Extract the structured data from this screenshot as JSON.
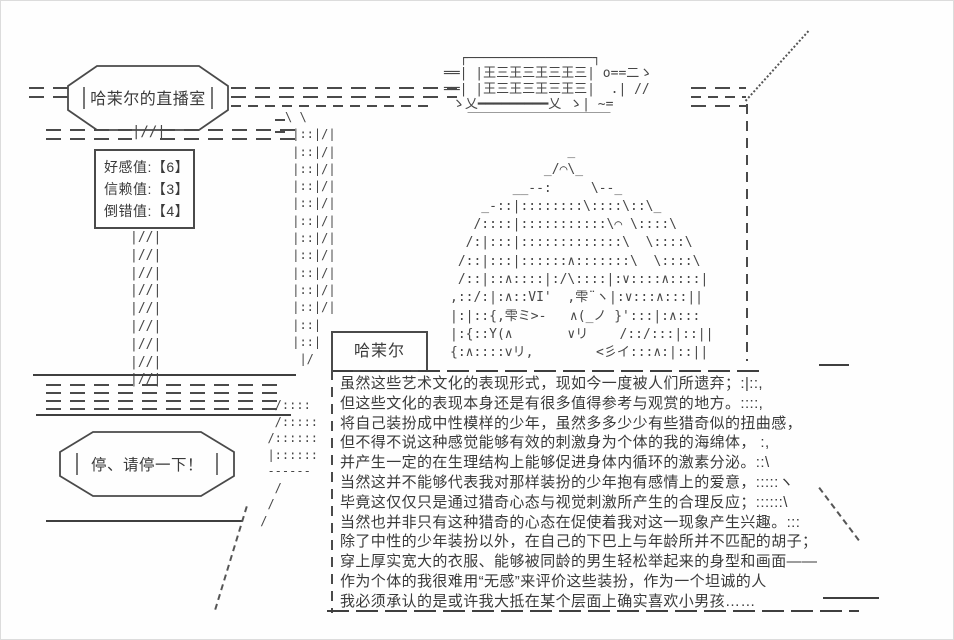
{
  "colors": {
    "ink": "#3f3f3f",
    "background": "#fefefe"
  },
  "sign_bubble": {
    "label": "哈茉尔的直播室"
  },
  "stats_box": {
    "lines": [
      "好感值:【6】",
      "信赖值:【3】",
      "倒错值:【4】"
    ]
  },
  "stop_bubble": {
    "label": "停、请停一下！"
  },
  "name_box": {
    "label": "哈茉尔"
  },
  "dialog": {
    "lines": [
      "虽然这些艺术文化的表现形式，现如今一度被人们所遗弃；:|::,",
      "但这些文化的表现本身还是有很多值得参考与观赏的地方。::::,",
      "将自己装扮成中性模样的少年，虽然多多少少有些猎奇似的扭曲感，",
      "但不得不说这种感觉能够有效的刺激身为个体的我的海绵体， :,",
      "并产生一定的在生理结构上能够促进身体内循环的激素分泌。::\\",
      "当然这并不能够代表我对那样装扮的少年抱有感情上的爱意，:::::ヽ",
      "毕竟这仅仅只是通过猎奇心态与视觉刺激所产生的合理反应；::::::\\",
      "当然也并非只有这种猎奇的心态在促使着我对这一现象产生兴趣。:::",
      "除了中性的少年装扮以外，在自己的下巴上与年龄所并不匹配的胡子；",
      "穿上厚实宽大的衣服、能够被同龄的男生轻松举起来的身型和画面——",
      "作为个体的我很难用“无感”来评价这些装扮，作为一个坦诚的人",
      "我必须承认的是或许我大抵在某个层面上确实喜欢小男孩……"
    ]
  },
  "ascii_art": {
    "pole_marker": "|//|",
    "pole_left": [
      "|//|",
      "|//|",
      "|//|",
      "|//|",
      "|//|",
      "|//|",
      "|//|",
      "|//|",
      "|//|"
    ],
    "pole_right": [
      "\\ \\",
      " |::|/|",
      " |::|/|",
      " |::|/|",
      " |::|/|",
      " |::|/|",
      " |::|/|",
      " |::|/|",
      " |::|/|",
      " |::|/|",
      " |::|/|",
      " |::|/|",
      " |::|",
      " |::|",
      "  |/"
    ],
    "sign_structure": [
      "  ┌────────────────┐",
      "══| |王三王三王三王三| o==二ゝ",
      "══| |王三王三王三王三|  .| //",
      " ゝ乂━━━━━━━━━乂 ゝ| ~=",
      "   ￣￣￣￣￣￣￣￣￣￣￣"
    ],
    "character": [
      "               _",
      "            _/⌒\\_",
      "        __--:     \\--_",
      "    _-::|::::::::\\::::\\::\\_",
      "   /::::|:::::::::::\\⌒ \\::::\\",
      "  /:|:::|:::::::::::::\\  \\::::\\",
      " /::|:::|::::::∧:::::::\\  \\::::\\",
      " /::|::∧::::|:/\\::::|:∨::::∧::::|",
      ",::/:|:∧::VI'  ,雫¨ヽ|:∨:::∧:::||",
      "|:|::{,雫ミ>-   ∧(_ノ }':::|:∧:::",
      "|:{::Y(∧       ∨リ    /::/:::|::||",
      "{:∧::::vリ,        <彡イ:::∧:|::||"
    ],
    "road_edge": [
      "   /::::",
      "   /:::::",
      "  /::::::",
      "  |::::::",
      "  ------",
      "   /",
      "  /",
      " /"
    ]
  }
}
